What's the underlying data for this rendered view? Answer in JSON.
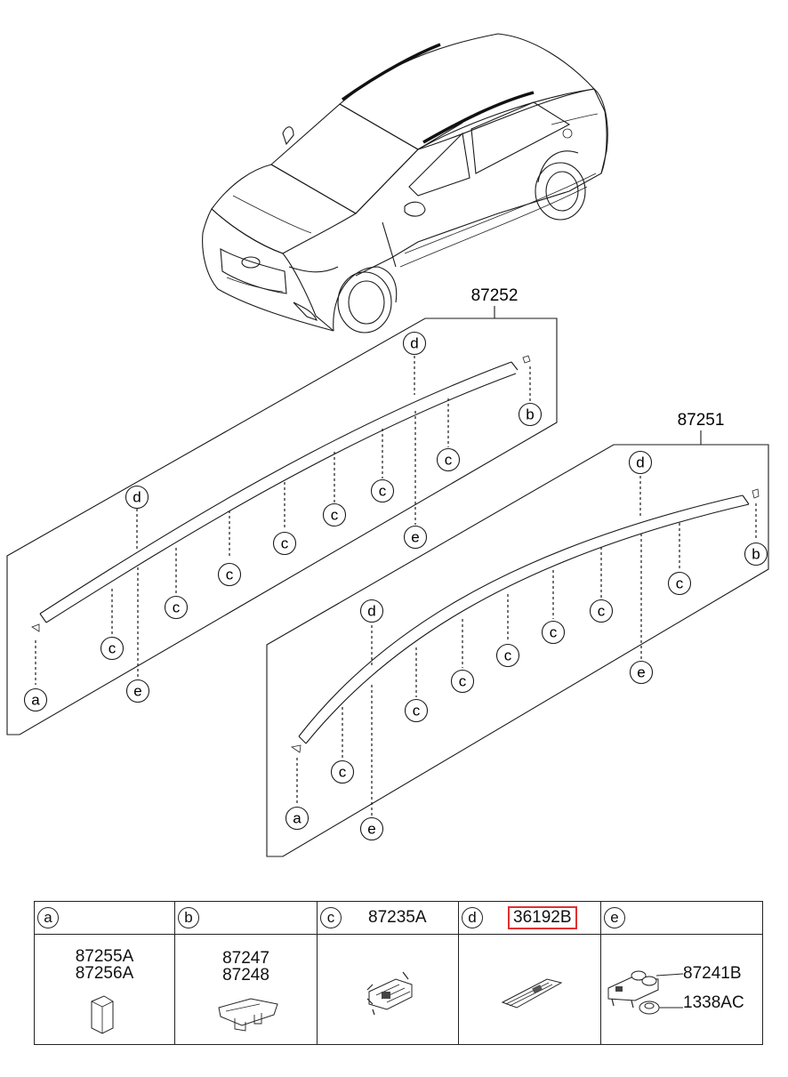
{
  "assemblies": {
    "upper": {
      "part_no": "87252"
    },
    "lower": {
      "part_no": "87251"
    }
  },
  "callout_letters": {
    "a": "a",
    "b": "b",
    "c": "c",
    "d": "d",
    "e": "e"
  },
  "legend": {
    "a": {
      "letter": "a",
      "parts": [
        "87255A",
        "87256A"
      ]
    },
    "b": {
      "letter": "b",
      "parts": [
        "87247",
        "87248"
      ]
    },
    "c": {
      "letter": "c",
      "header_part": "87235A"
    },
    "d": {
      "letter": "d",
      "header_part": "36192B",
      "highlight_color": "#e03030"
    },
    "e": {
      "letter": "e",
      "parts": [
        "87241B",
        "1338AC"
      ]
    }
  }
}
